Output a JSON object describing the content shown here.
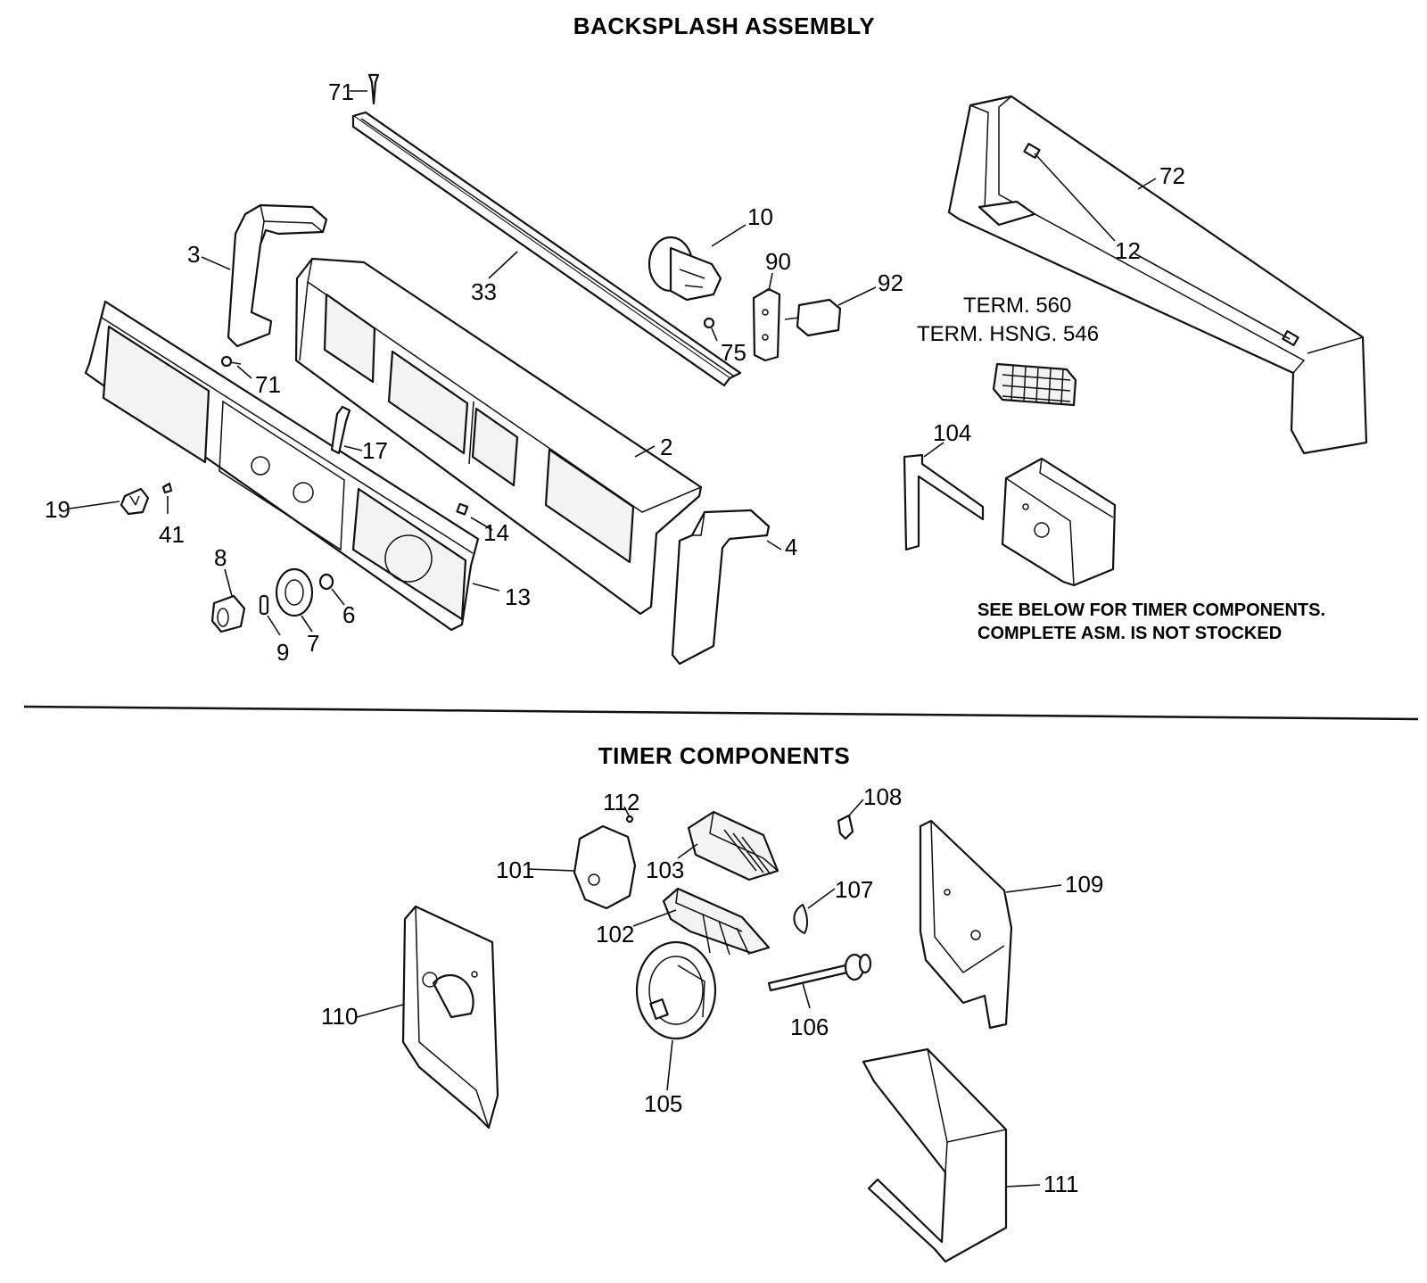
{
  "sections": {
    "backsplash_title": "BACKSPLASH ASSEMBLY",
    "timer_title": "TIMER COMPONENTS"
  },
  "notes": {
    "timer_note_line1": "SEE BELOW FOR TIMER COMPONENTS.",
    "timer_note_line2": "COMPLETE ASM. IS NOT STOCKED",
    "term_line1": "TERM. 560",
    "term_line2": "TERM. HSNG. 546"
  },
  "labels": {
    "p2": "2",
    "p3": "3",
    "p4": "4",
    "p6": "6",
    "p7": "7",
    "p8": "8",
    "p9": "9",
    "p10": "10",
    "p12": "12",
    "p13": "13",
    "p14": "14",
    "p17": "17",
    "p19": "19",
    "p33": "33",
    "p41": "41",
    "p71a": "71",
    "p71b": "71",
    "p72": "72",
    "p75": "75",
    "p90": "90",
    "p92": "92",
    "p104": "104",
    "p101": "101",
    "p102": "102",
    "p103": "103",
    "p105": "105",
    "p106": "106",
    "p107": "107",
    "p108": "108",
    "p109": "109",
    "p110": "110",
    "p111": "111",
    "p112": "112"
  }
}
